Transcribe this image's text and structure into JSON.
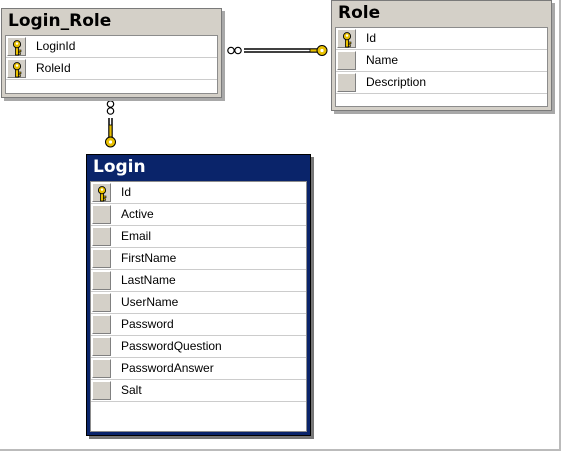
{
  "tables": {
    "login_role": {
      "title": "Login_Role",
      "columns": [
        {
          "name": "LoginId",
          "primary_key": true
        },
        {
          "name": "RoleId",
          "primary_key": true
        }
      ]
    },
    "role": {
      "title": "Role",
      "columns": [
        {
          "name": "Id",
          "primary_key": true
        },
        {
          "name": "Name",
          "primary_key": false
        },
        {
          "name": "Description",
          "primary_key": false
        }
      ]
    },
    "login": {
      "title": "Login",
      "selected": true,
      "columns": [
        {
          "name": "Id",
          "primary_key": true
        },
        {
          "name": "Active",
          "primary_key": false
        },
        {
          "name": "Email",
          "primary_key": false
        },
        {
          "name": "FirstName",
          "primary_key": false
        },
        {
          "name": "LastName",
          "primary_key": false
        },
        {
          "name": "UserName",
          "primary_key": false
        },
        {
          "name": "Password",
          "primary_key": false
        },
        {
          "name": "PasswordQuestion",
          "primary_key": false
        },
        {
          "name": "PasswordAnswer",
          "primary_key": false
        },
        {
          "name": "Salt",
          "primary_key": false
        }
      ]
    }
  },
  "relationships": [
    {
      "from": "Login_Role",
      "to": "Role",
      "from_end": "many",
      "to_end": "one"
    },
    {
      "from": "Login_Role",
      "to": "Login",
      "from_end": "many",
      "to_end": "one"
    }
  ],
  "colors": {
    "title_bar": "#d4d0c8",
    "selected_title_bar": "#0a246a",
    "key_icon": "#e8c000",
    "connector": "#000000"
  }
}
